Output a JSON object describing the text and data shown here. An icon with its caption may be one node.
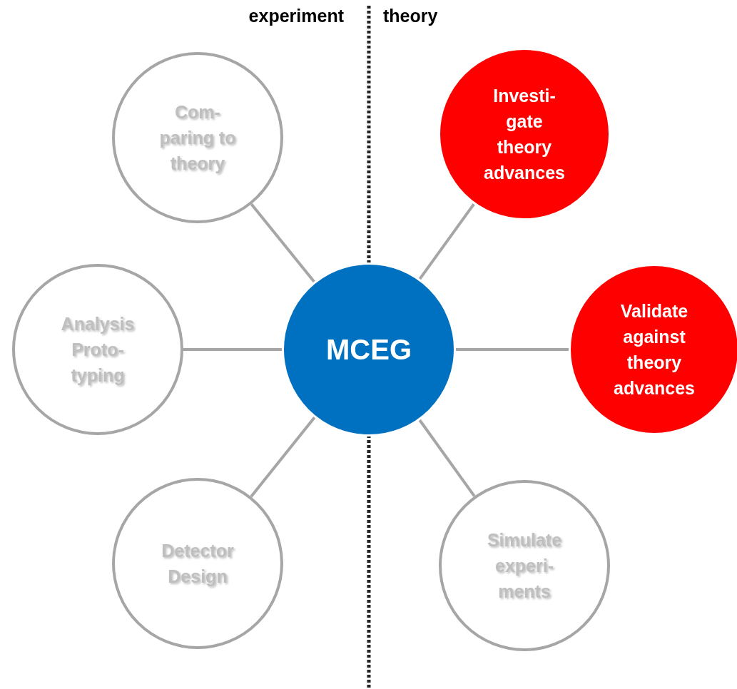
{
  "diagram": {
    "nodes": [
      {
        "text": [
          "MCEG"
        ]
      },
      {
        "text": [
          "Com- paring to theory"
        ]
      },
      {
        "text": [
          "Investi- gate theory advances"
        ]
      },
      {
        "text": [
          "Analysis Proto- typing"
        ]
      },
      {
        "text": [
          "Validate against theory advances"
        ]
      },
      {
        "text": [
          "Detector Design"
        ]
      },
      {
        "text": [
          "Simulate experi- ments"
        ]
      }
    ],
    "edges": [
      {
        "from": 0,
        "to": 1,
        "arrow": "none"
      },
      {
        "from": 0,
        "to": 2,
        "arrow": "none"
      },
      {
        "from": 0,
        "to": 3,
        "arrow": "none"
      },
      {
        "from": 0,
        "to": 4,
        "arrow": "none"
      },
      {
        "from": 0,
        "to": 5,
        "arrow": "none"
      },
      {
        "from": 0,
        "to": 6,
        "arrow": "none"
      }
    ],
    "labels": [
      "experiment",
      "theory"
    ]
  }
}
